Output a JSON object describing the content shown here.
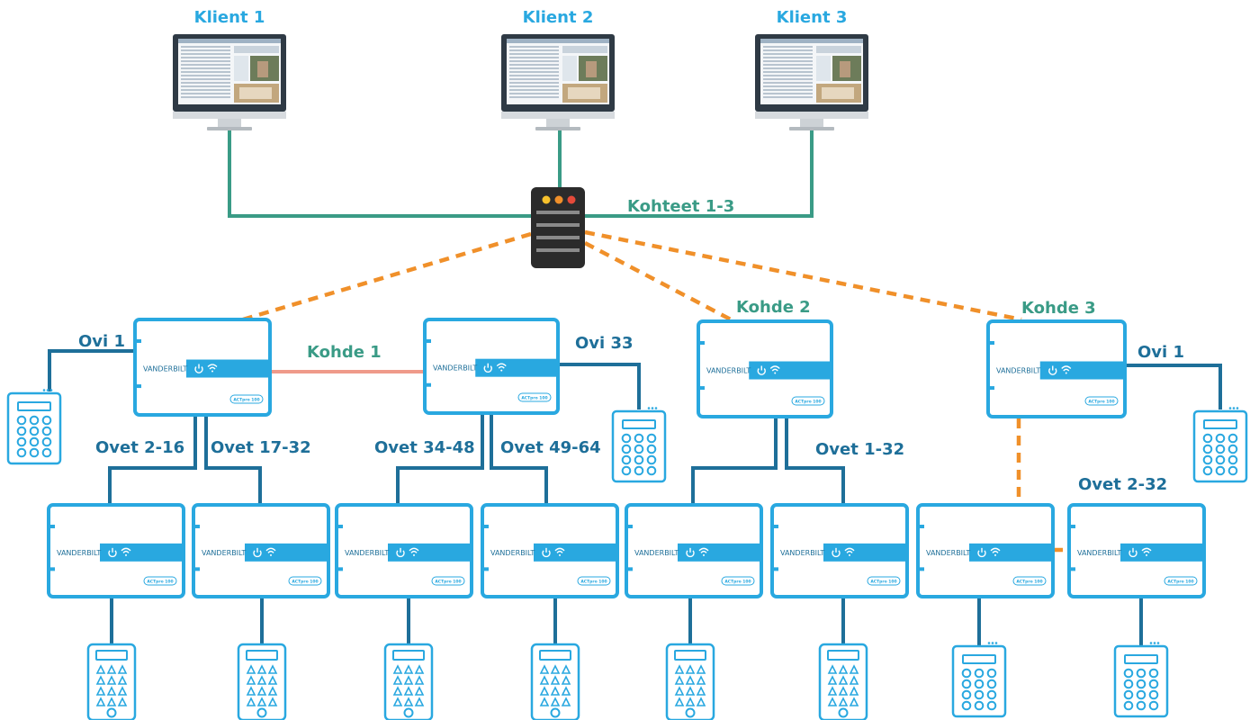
{
  "colors": {
    "accent_blue": "#29a8e0",
    "navy": "#1e6f99",
    "teal": "#3a9b86",
    "wan_orange": "#f0902a",
    "link_salmon": "#ef9a8a",
    "server_dark": "#2b2b2b"
  },
  "clients": [
    {
      "label": "Klient 1",
      "icon": "monitor-icon"
    },
    {
      "label": "Klient 2",
      "icon": "monitor-icon"
    },
    {
      "label": "Klient 3",
      "icon": "monitor-icon"
    }
  ],
  "server": {
    "icon": "server-icon",
    "network_label": "Kohteet 1-3"
  },
  "sites": {
    "site1": {
      "label": "Kohde 1"
    },
    "site2": {
      "label": "Kohde 2"
    },
    "site3": {
      "label": "Kohde 3"
    }
  },
  "door_labels": {
    "s1_ovi1": "Ovi 1",
    "s1_ovi33": "Ovi 33",
    "s1_ovet_2_16": "Ovet 2-16",
    "s1_ovet_17_32": "Ovet 17-32",
    "s1_ovet_34_48": "Ovet 34-48",
    "s1_ovet_49_64": "Ovet 49-64",
    "s2_ovet_1_32": "Ovet 1-32",
    "s3_ovi1": "Ovi 1",
    "s3_ovet_2_32": "Ovet 2-32"
  },
  "controller": {
    "brand": "VANDERBILT",
    "model": "ACTpro 100",
    "icon": "controller-icon"
  },
  "reader_icons": {
    "keypad": "keypad-reader-icon",
    "proximity": "proximity-reader-icon"
  }
}
